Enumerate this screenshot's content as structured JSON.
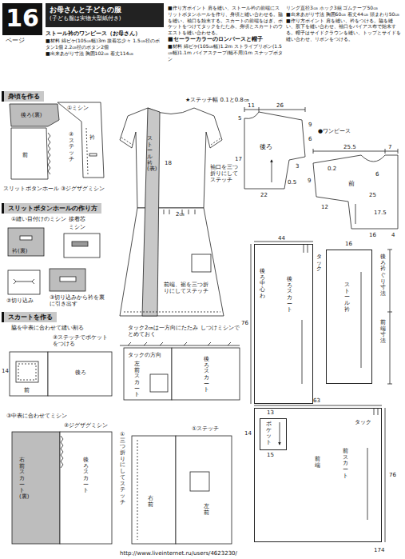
{
  "diagram": {
    "nodes": [
      {
        "text": [
          "16",
          "ページ"
        ]
      },
      {
        "text": [
          "お母さんと子どもの服",
          "(子ども服は実物大型紙付き)"
        ]
      },
      {
        "text": [
          "身頃を作る"
        ]
      },
      {
        "text": [
          "スリットボタンホールの作り方"
        ]
      },
      {
        "text": [
          "スカートを作る"
        ]
      },
      {
        "text": [
          "後ろ"
        ]
      },
      {
        "text": [
          "前"
        ]
      },
      {
        "text": [
          "後ろ中心わ",
          "後ろスカート"
        ]
      },
      {
        "text": [
          "ストール衿"
        ]
      },
      {
        "text": [
          "前端",
          "前スカート"
        ]
      },
      {
        "text": [
          "ポケット"
        ],
        "in": 9
      }
    ],
    "labels": [
      "ストール衿のワンピース（お母さん）",
      "■材料 綿ピケ(105㎝幅)3m 接着芯少々 1.5㎝径のボタン1個 2.2㎝径のボタン2個",
      "■出来あがり寸法 胸囲102㎝ 着丈114㎝",
      "■作り方ポイント 肩を縫い、ストール衿の前端にスリットボタンホールを作り、身頃と縫い合わせる。脇を縫い、袖口を始末する。スカートの前端をはぎ、ポケットをつけてタックをたたみ、身頃とスカートのウエストを縫い合わせる。",
      "■セーラーカラーのロンパースと帽子",
      "■材料 綿ピケ(105㎝幅)1.2m ストライプリボン(1.5㎝幅)1.1m バイアステープ(幅不用)1m スナップボタン",
      "リング直径3㎝ ホック3組 ゴムテープ50㎝",
      "■出来あがり寸法 胸囲60㎝ 着丈44㎝ 頭まわり50㎝",
      "■作り方ポイント 肩を縫い、衿をつける。脇を縫い、股下を縫い合わせ、袖口をバイアス布で始末する。帽子はサイドクラウンを縫い、トップとサイドを縫い合わせ、リボンをつける。",
      "後ろ(裏)",
      "①ミシン",
      "衿",
      "前",
      "②ステッチ",
      "スリットボタンホール",
      "③ジグザグミシン",
      "①縫い目付けのミシン",
      "衿(裏)",
      "接着芯",
      "ミシン",
      "②切り込み",
      "③切り込みから衿を裏に引き出す",
      "★ステッチ幅 0.1と0.8㎝",
      "ストール衿(表)",
      "18",
      "2㎝",
      "袖口を三つ折りにしてステッチ",
      "前端、裾を三つ折りにしてステッチ",
      "脇を中表に合わせて縫い割る",
      "14",
      "②ステッチでポケットをつける",
      "前",
      "後ろ",
      "タック2㎝は一方向にたたみ しつけミシンでとめておく",
      "タックの方向",
      "左前スカート",
      "後ろスカート",
      "③中表に合わせてミシン",
      "②ジグザグミシン",
      "右前スカート(裏)",
      "後ろスカート",
      "①三つ折りにしてステッチ",
      "右前",
      "左前",
      "①ステッチ",
      "11",
      "26",
      "5",
      "9",
      "6",
      "17",
      "3",
      "0.5",
      "22",
      "●ワンピース",
      "25.5",
      "7",
      "0.2",
      "6",
      "9",
      "25",
      "12",
      "17.5",
      "16",
      "4",
      "44",
      "76",
      "タック",
      "16",
      "後ろ衿ぐり寸法",
      "前端寸法",
      "63",
      "14",
      "13",
      "15",
      "タック",
      "76",
      "174",
      "http://www.liveinternet.ru/users/4623230/"
    ]
  }
}
